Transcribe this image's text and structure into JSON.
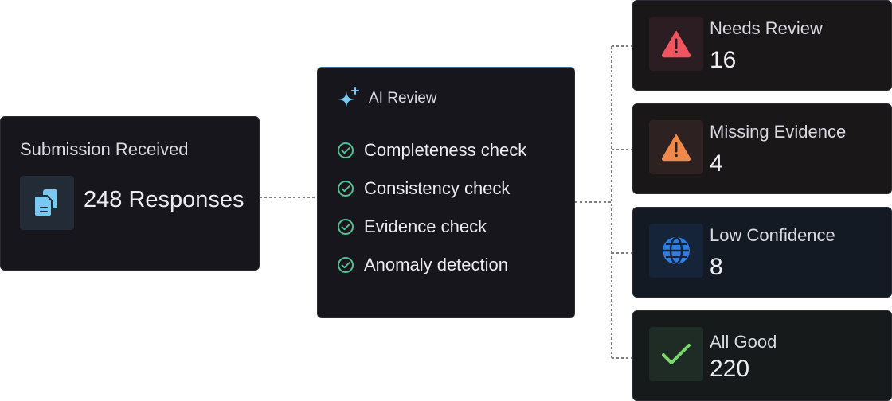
{
  "submission": {
    "title": "Submission Received",
    "count_label": "248 Responses",
    "icon": "documents-icon"
  },
  "ai_review": {
    "title": "AI Review",
    "icon": "sparkle-icon",
    "checks": [
      {
        "label": "Completeness check",
        "icon": "check-circle-icon"
      },
      {
        "label": "Consistency check",
        "icon": "check-circle-icon"
      },
      {
        "label": "Evidence check",
        "icon": "check-circle-icon"
      },
      {
        "label": "Anomaly detection",
        "icon": "check-circle-icon"
      }
    ]
  },
  "results": [
    {
      "label": "Needs Review",
      "value": "16",
      "icon": "alert-triangle-icon",
      "color": "#f0555f",
      "tile_bg": "#2c1d22"
    },
    {
      "label": "Missing Evidence",
      "value": "4",
      "icon": "warning-triangle-icon",
      "color": "#f0884a",
      "tile_bg": "#2e2121"
    },
    {
      "label": "Low Confidence",
      "value": "8",
      "icon": "globe-icon",
      "color": "#2f7de1",
      "tile_bg": "#16243a"
    },
    {
      "label": "All Good",
      "value": "220",
      "icon": "checkmark-icon",
      "color": "#7bd86b",
      "tile_bg": "#1f2b25"
    }
  ],
  "colors": {
    "card_bg": "#17161d",
    "check_green": "#4fc08d",
    "doc_blue": "#78c8ef",
    "connector": "#555555"
  }
}
